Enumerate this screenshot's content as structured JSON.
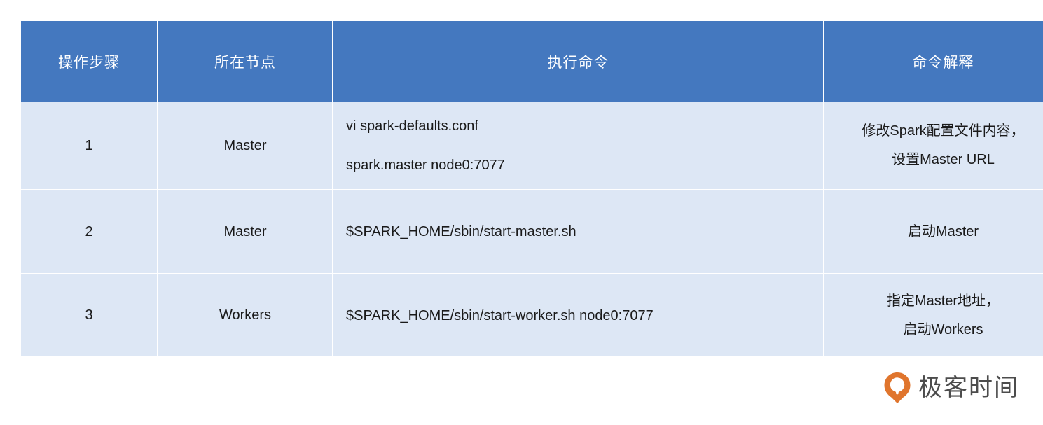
{
  "table": {
    "headers": [
      {
        "label": "操作步骤"
      },
      {
        "label": "所在节点"
      },
      {
        "label": "执行命令"
      },
      {
        "label": "命令解释"
      }
    ],
    "rows": [
      {
        "step": "1",
        "node": "Master",
        "command_lines": [
          "vi spark-defaults.conf",
          "spark.master node0:7077"
        ],
        "desc_lines": [
          "修改Spark配置文件内容，",
          "设置Master URL"
        ]
      },
      {
        "step": "2",
        "node": "Master",
        "command_lines": [
          "$SPARK_HOME/sbin/start-master.sh"
        ],
        "desc_lines": [
          "启动Master"
        ]
      },
      {
        "step": "3",
        "node": "Workers",
        "command_lines": [
          "$SPARK_HOME/sbin/start-worker.sh node0:7077"
        ],
        "desc_lines": [
          "指定Master地址，",
          "启动Workers"
        ]
      }
    ]
  },
  "brand": {
    "name": "极客时间",
    "mark_icon": "geektime-pin-icon",
    "mark_color": "#e0752d",
    "text_color": "#4c4c4c"
  },
  "colors": {
    "header_bg": "#4478bf",
    "header_text": "#ffffff",
    "cell_bg": "#dde7f5",
    "cell_text": "#1a1a1a",
    "grid_line": "#ffffff",
    "page_bg": "#ffffff"
  }
}
